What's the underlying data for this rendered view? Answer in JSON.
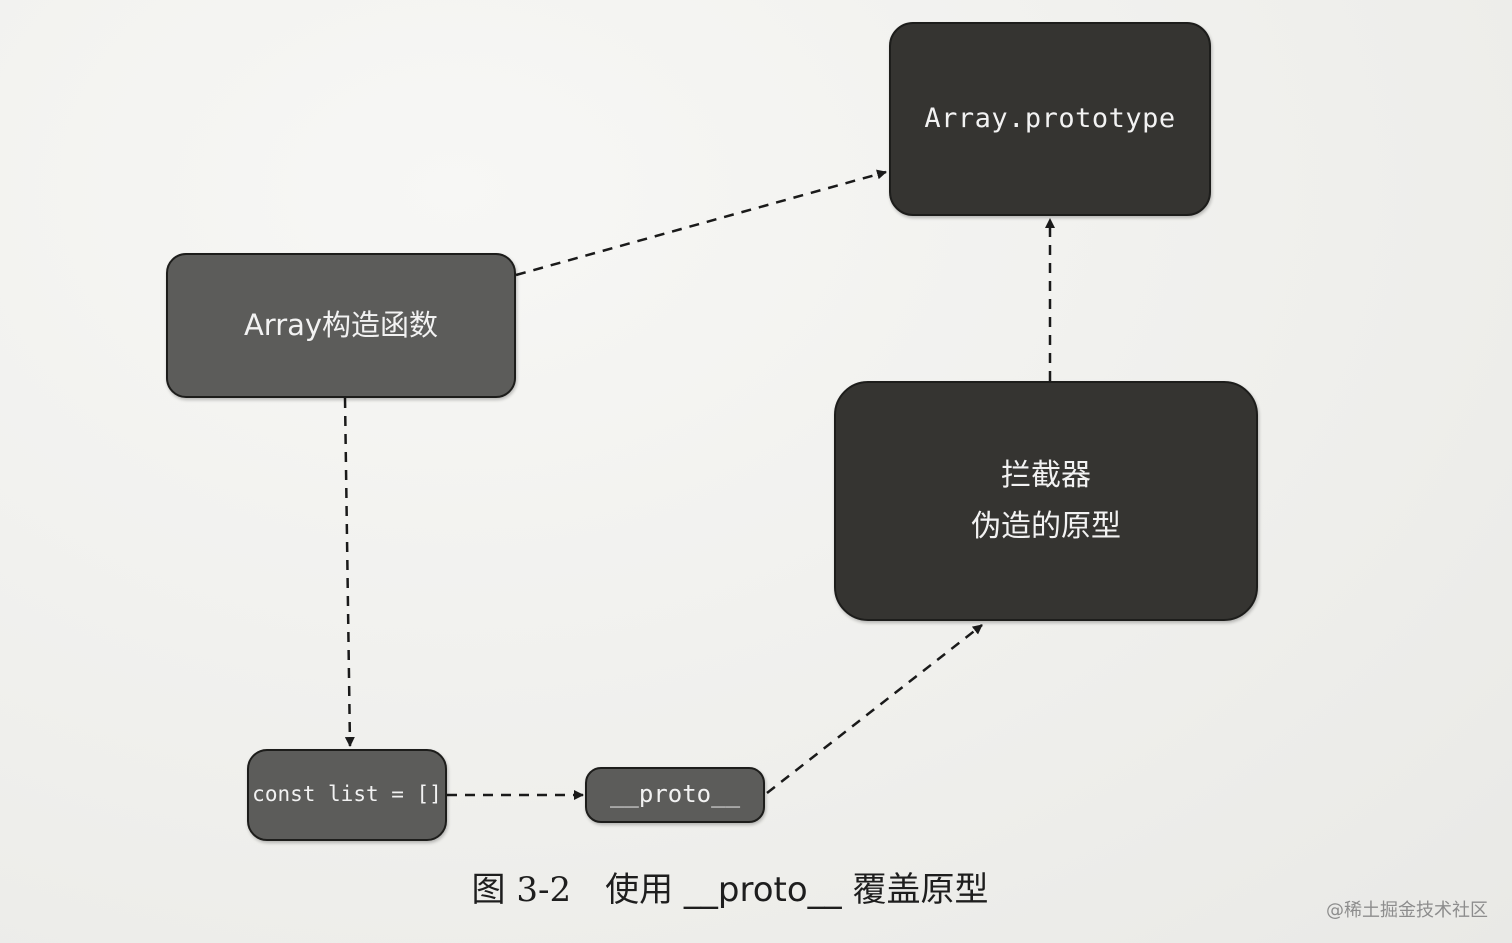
{
  "nodes": {
    "array_prototype": "Array.prototype",
    "array_constructor": "Array构造函数",
    "interceptor_line1": "拦截器",
    "interceptor_line2": "伪造的原型",
    "const_list": "const list = []",
    "proto": "__proto__"
  },
  "caption": {
    "number": "图 3-2",
    "text_before": "使用 ",
    "code": "__proto__",
    "text_after": " 覆盖原型"
  },
  "watermark": "@稀土掘金技术社区",
  "colors": {
    "dark_node": "#353431",
    "mid_node": "#5c5c5a",
    "background": "#f3f3f1",
    "line": "#1a1a1a"
  }
}
